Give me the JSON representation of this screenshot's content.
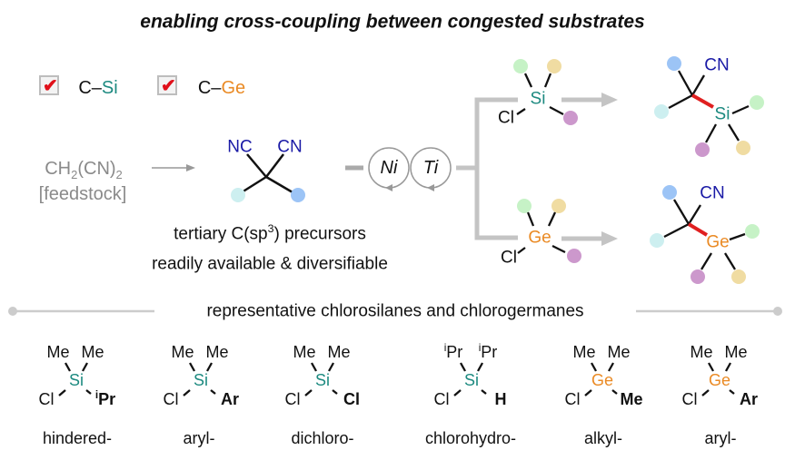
{
  "title": "enabling cross-coupling between congested substrates",
  "checks": [
    {
      "mark": "✔",
      "prefix": "C–",
      "element": "Si"
    },
    {
      "mark": "✔",
      "prefix": "C–",
      "element": "Ge"
    }
  ],
  "feedstock": {
    "formula_a": "CH",
    "sub_a": "2",
    "formula_b": "(CN)",
    "sub_b": "2",
    "label": "[feedstock]"
  },
  "precursor": {
    "nc": "NC",
    "cn": "CN",
    "line1_a": "tertiary C(sp",
    "line1_sup": "3",
    "line1_b": ") precursors",
    "line2": "readily available & diversifiable"
  },
  "catalysts": [
    "Ni",
    "Ti"
  ],
  "reagents": {
    "si": {
      "center": "Si",
      "cl": "Cl"
    },
    "ge": {
      "center": "Ge",
      "cl": "Cl"
    }
  },
  "products": {
    "si": {
      "cn": "CN",
      "center": "Si"
    },
    "ge": {
      "cn": "CN",
      "center": "Ge"
    }
  },
  "section_heading": "representative chlorosilanes and chlorogermanes",
  "structures": [
    {
      "tl_sup": "",
      "tl": "Me",
      "tr_sup": "",
      "tr": "Me",
      "center": "Si",
      "left": "Cl",
      "right_sup": "i",
      "right": "Pr",
      "name": "hindered-"
    },
    {
      "tl_sup": "",
      "tl": "Me",
      "tr_sup": "",
      "tr": "Me",
      "center": "Si",
      "left": "Cl",
      "right_sup": "",
      "right": "Ar",
      "name": "aryl-"
    },
    {
      "tl_sup": "",
      "tl": "Me",
      "tr_sup": "",
      "tr": "Me",
      "center": "Si",
      "left": "Cl",
      "right_sup": "",
      "right": "Cl",
      "name": "dichloro-"
    },
    {
      "tl_sup": "i",
      "tl": "Pr",
      "tr_sup": "i",
      "tr": "Pr",
      "center": "Si",
      "left": "Cl",
      "right_sup": "",
      "right": "H",
      "name": "chlorohydro-"
    },
    {
      "tl_sup": "",
      "tl": "Me",
      "tr_sup": "",
      "tr": "Me",
      "center": "Ge",
      "left": "Cl",
      "right_sup": "",
      "right": "Me",
      "name": "alkyl-"
    },
    {
      "tl_sup": "",
      "tl": "Me",
      "tr_sup": "",
      "tr": "Me",
      "center": "Ge",
      "left": "Cl",
      "right_sup": "",
      "right": "Ar",
      "name": "aryl-"
    }
  ],
  "colors": {
    "si": "#1d8a80",
    "ge": "#ea8a24",
    "cn": "#1a1aa6",
    "new_bond": "#e02020",
    "dot_cyan": "#cdeff0",
    "dot_blue": "#9cc4f6",
    "dot_green": "#c6f2c6",
    "dot_yellow": "#f0dca2",
    "dot_purple": "#cc98cc",
    "arrow": "#c4c4c4"
  }
}
